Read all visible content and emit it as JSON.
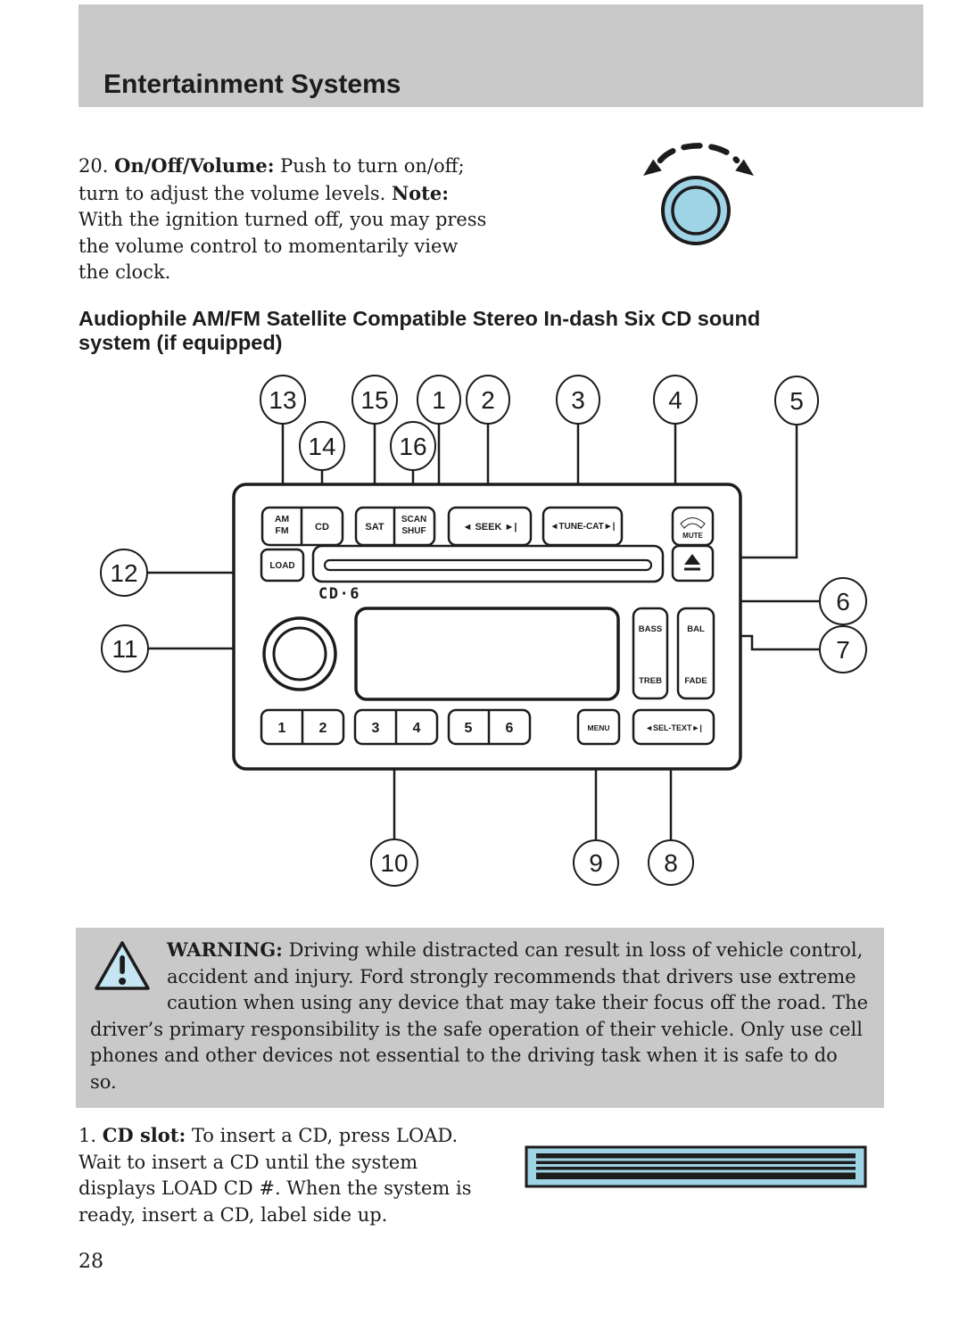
{
  "page": {
    "header_title": "Entertainment Systems",
    "page_number": "28"
  },
  "intro": {
    "num": "20. ",
    "term": "On/Off/Volume:",
    "body": " Push to turn on/off; turn to adjust the volume levels. ",
    "note_label": "Note:",
    "note_body": " With the ignition turned off, you may press the volume control to momentarily view the clock."
  },
  "heading": "Audiophile AM/FM Satellite Compatible Stereo In-dash Six CD sound system (if equipped)",
  "radio": {
    "logo": "CD·6",
    "am": "AM",
    "fm": "FM",
    "cd": "CD",
    "sat": "SAT",
    "scan": "SCAN",
    "shuf": "SHUF",
    "seek": "◄ SEEK ►|",
    "tune_cat": "◄TUNE-CAT►|",
    "mute": "MUTE",
    "load": "LOAD",
    "bass": "BASS",
    "treb": "TREB",
    "bal": "BAL",
    "fade": "FADE",
    "p1": "1",
    "p2": "2",
    "p3": "3",
    "p4": "4",
    "p5": "5",
    "p6": "6",
    "menu": "MENU",
    "sel_text": "◄SEL-TEXT►|"
  },
  "callouts": {
    "c1": "1",
    "c2": "2",
    "c3": "3",
    "c4": "4",
    "c5": "5",
    "c6": "6",
    "c7": "7",
    "c8": "8",
    "c9": "9",
    "c10": "10",
    "c11": "11",
    "c12": "12",
    "c13": "13",
    "c14": "14",
    "c15": "15",
    "c16": "16"
  },
  "warning": {
    "label": "WARNING:",
    "body": " Driving while distracted can result in loss of vehicle control, accident and injury. Ford strongly recommends that drivers use extreme caution when using any device that may take their focus off the road. The driver’s primary responsibility is the safe operation of their vehicle. Only use cell phones and other devices not essential to the driving task when it is safe to do so."
  },
  "cd_slot": {
    "num": "1. ",
    "term": "CD slot:",
    "body": " To insert a CD, press LOAD. Wait to insert a CD until the system displays LOAD CD #. When the system is ready, insert a CD, label side up."
  },
  "colors": {
    "band_gray": "#c9c9c9",
    "ink": "#1c1c1c",
    "knob_blue": "#9fd3e6",
    "triangle_blue": "#c4e5f1"
  }
}
